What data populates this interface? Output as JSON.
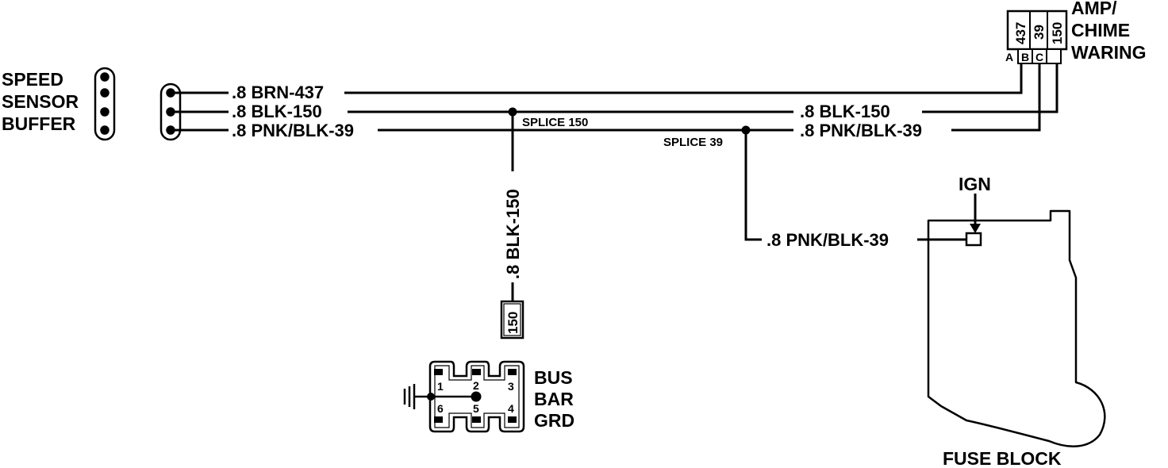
{
  "speed_sensor": {
    "line1": "SPEED",
    "line2": "SENSOR",
    "line3": "BUFFER"
  },
  "amp_chime": {
    "line1": "AMP/",
    "line2": "CHIME",
    "line3": "WARING",
    "pins": [
      {
        "letter": "A",
        "circuit": "437"
      },
      {
        "letter": "B",
        "circuit": "39"
      },
      {
        "letter": "C",
        "circuit": "150"
      }
    ]
  },
  "wires": {
    "brn_437": ".8 BRN-437",
    "blk_150_left": ".8 BLK-150",
    "pnk_39_left": ".8 PNK/BLK-39",
    "blk_150_right": ".8 BLK-150",
    "pnk_39_right": ".8 PNK/BLK-39",
    "blk_150_vertical": ".8 BLK-150",
    "pnk_39_fuse": ".8 PNK/BLK-39"
  },
  "splices": {
    "splice_150": "SPLICE 150",
    "splice_39": "SPLICE 39"
  },
  "ground_terminal": "150",
  "bus_bar": {
    "line1": "BUS",
    "line2": "BAR",
    "line3": "GRD",
    "pins": [
      "1",
      "2",
      "3",
      "6",
      "5",
      "4"
    ]
  },
  "ign": "IGN",
  "fuse_block": "FUSE BLOCK"
}
